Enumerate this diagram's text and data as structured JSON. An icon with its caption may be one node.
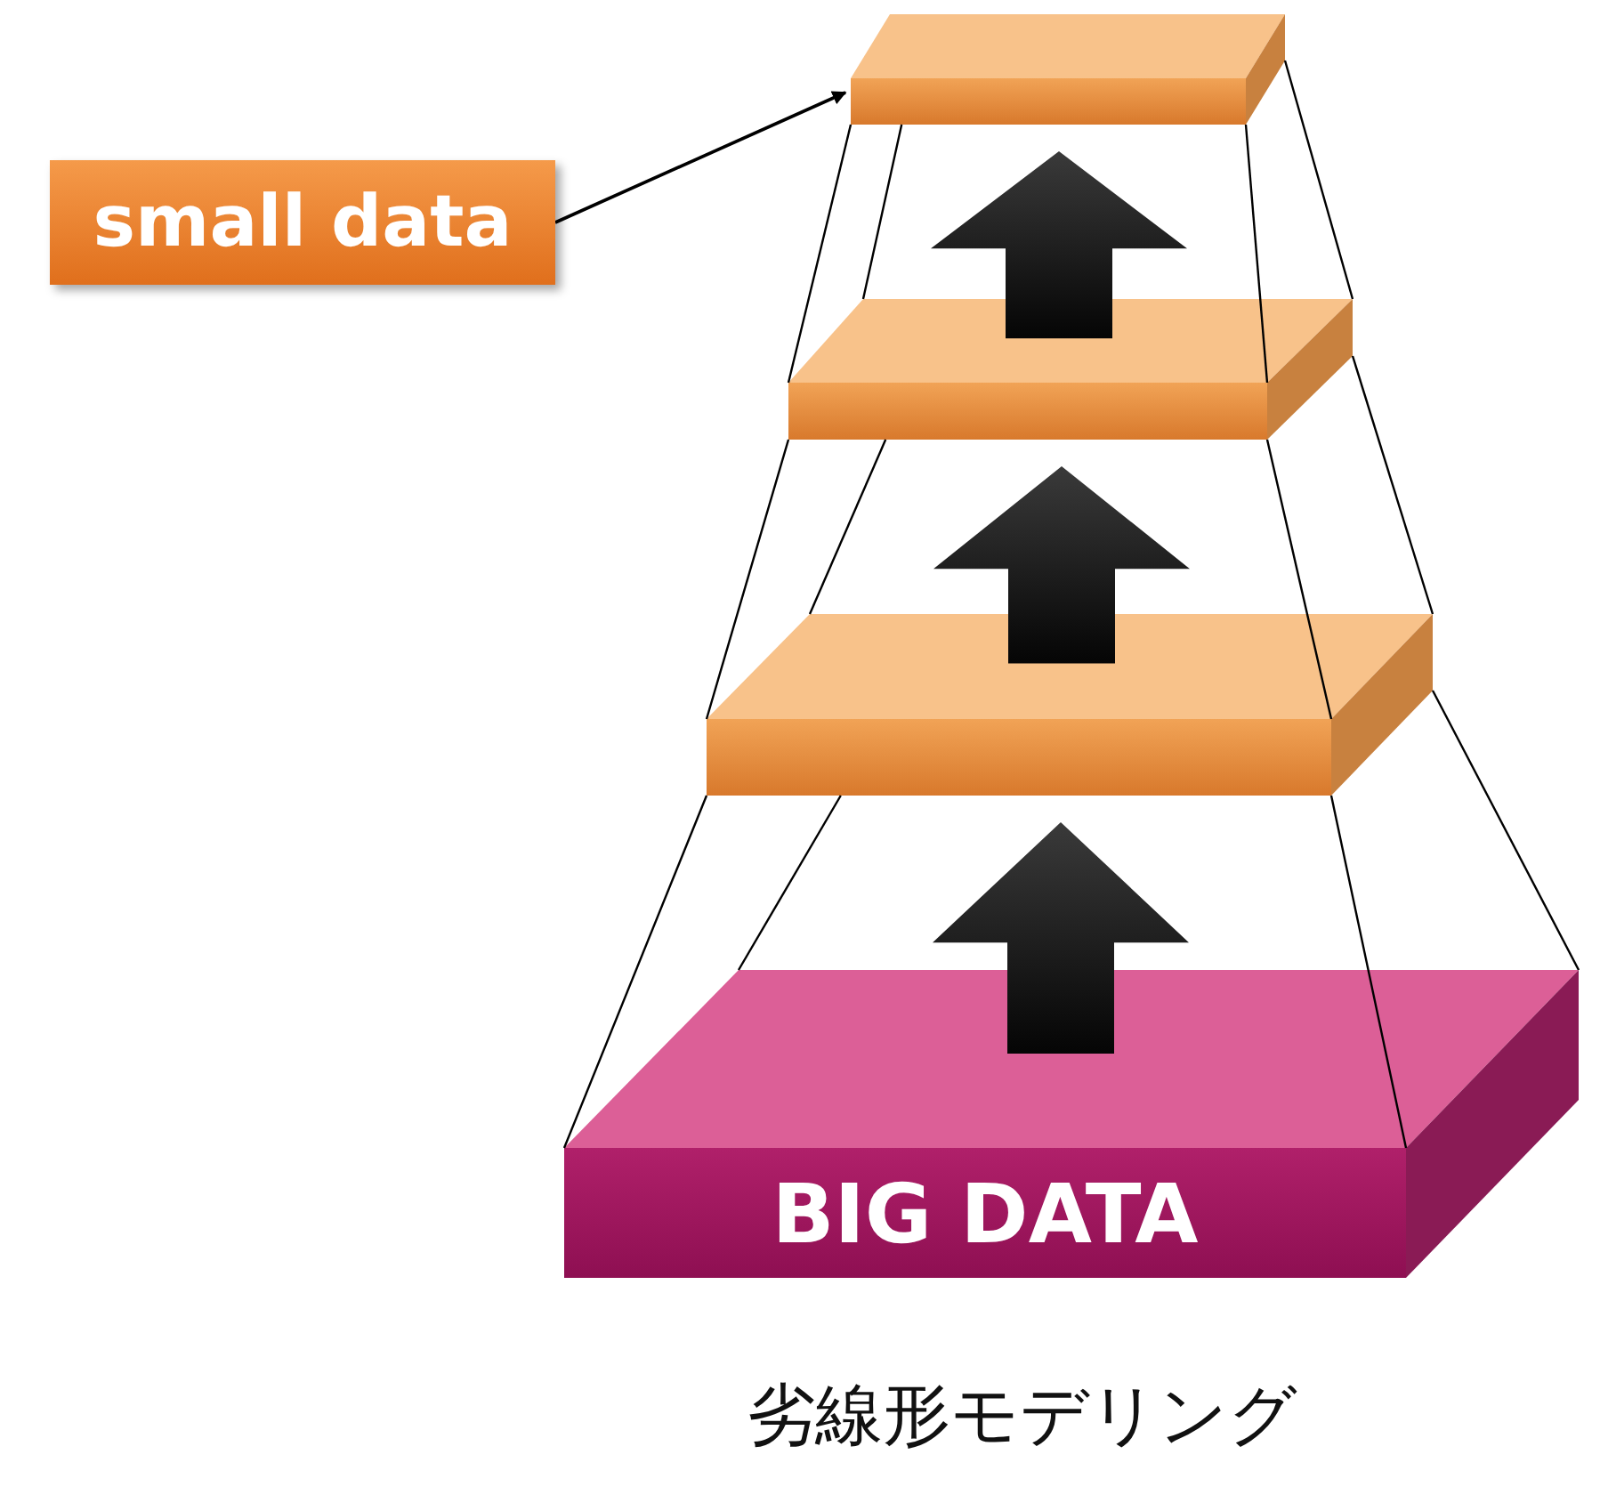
{
  "diagram": {
    "caption": "劣線形モデリング",
    "nodes": [
      {
        "text": [
          "small data"
        ]
      },
      {
        "text": [],
        "shape": "box"
      },
      {
        "text": [],
        "shape": "box"
      },
      {
        "text": [],
        "shape": "box"
      },
      {
        "text": [
          "BIG DATA"
        ]
      }
    ],
    "edges": [
      {
        "from": 0,
        "to": 1,
        "arrow": "to"
      },
      {
        "from": 4,
        "to": 3,
        "arrow": "to",
        "style": "thick"
      },
      {
        "from": 3,
        "to": 2,
        "arrow": "to",
        "style": "thick"
      },
      {
        "from": 2,
        "to": 1,
        "arrow": "to",
        "style": "thick"
      },
      {
        "from": 4,
        "to": 3,
        "arrow": "none"
      },
      {
        "from": 4,
        "to": 3,
        "arrow": "none"
      },
      {
        "from": 4,
        "to": 3,
        "arrow": "none"
      },
      {
        "from": 4,
        "to": 3,
        "arrow": "none"
      },
      {
        "from": 3,
        "to": 2,
        "arrow": "none"
      },
      {
        "from": 3,
        "to": 2,
        "arrow": "none"
      },
      {
        "from": 3,
        "to": 2,
        "arrow": "none"
      },
      {
        "from": 3,
        "to": 2,
        "arrow": "none"
      },
      {
        "from": 2,
        "to": 1,
        "arrow": "none"
      },
      {
        "from": 2,
        "to": 1,
        "arrow": "none"
      },
      {
        "from": 2,
        "to": 1,
        "arrow": "none"
      },
      {
        "from": 2,
        "to": 1,
        "arrow": "none"
      }
    ]
  }
}
